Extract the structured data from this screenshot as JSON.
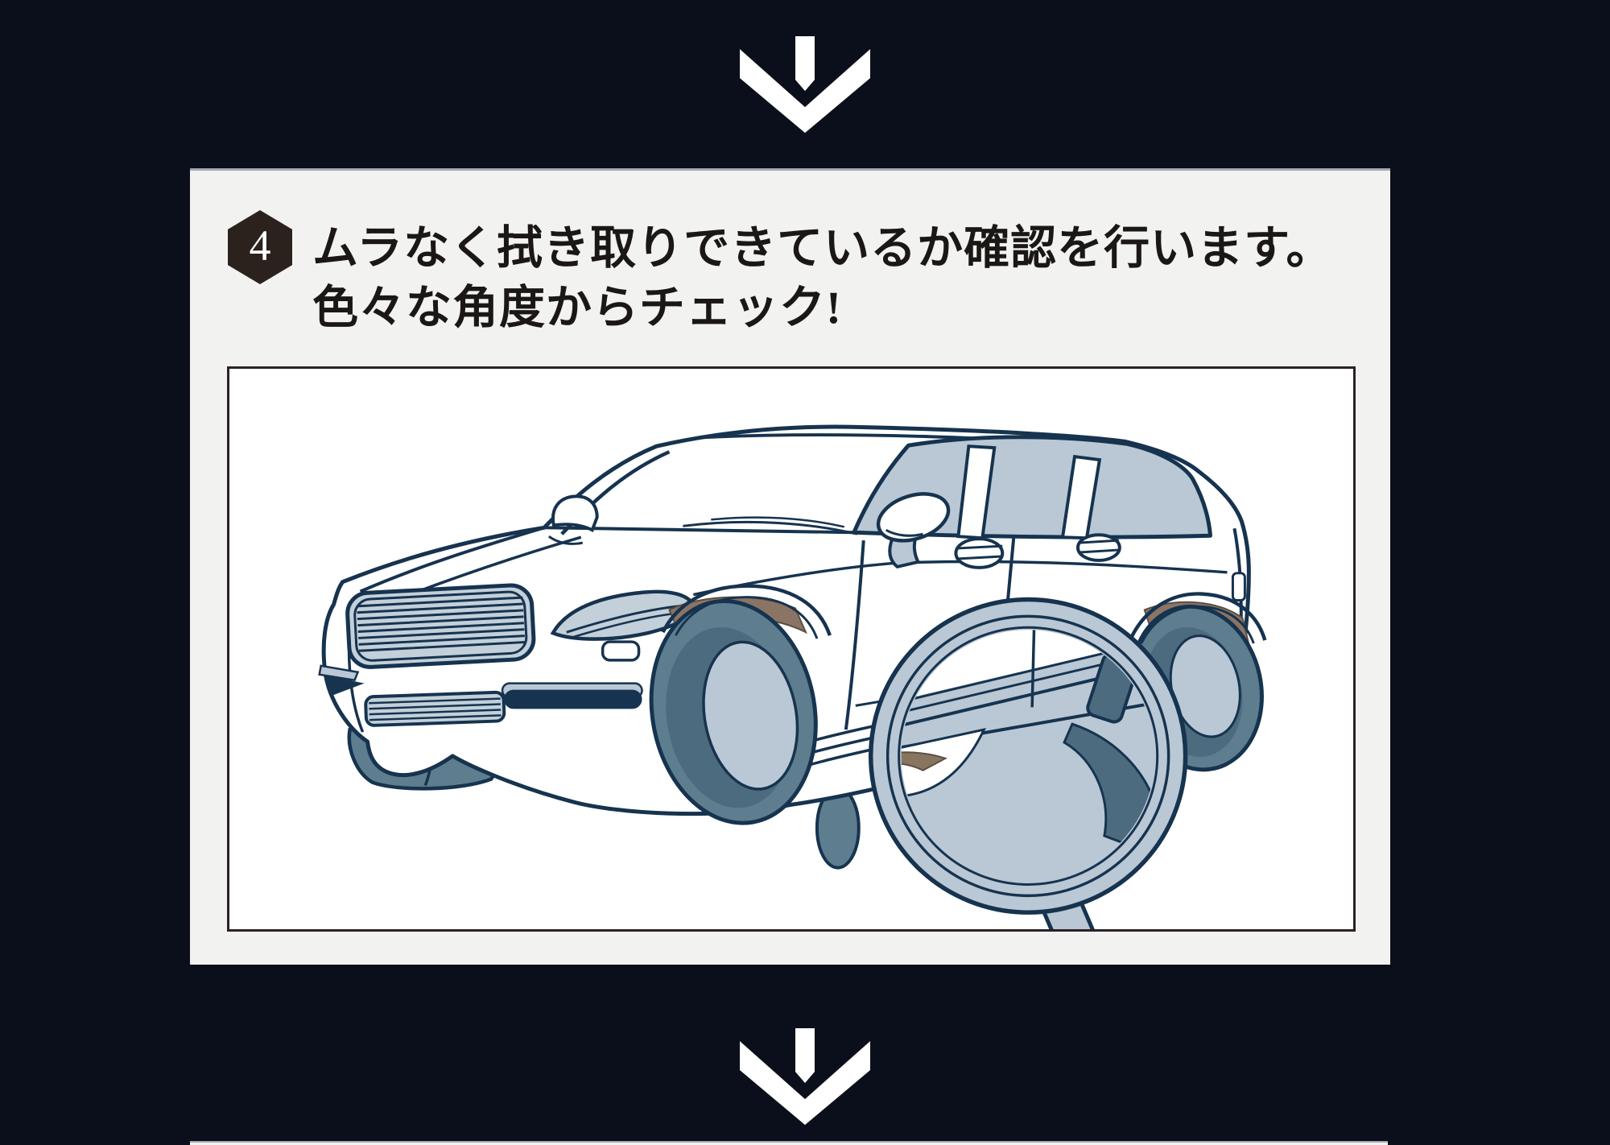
{
  "page": {
    "background_color": "#0a0f1b"
  },
  "flow_arrows": {
    "color": "#ffffff",
    "top": "down-arrow",
    "bottom": "down-arrow"
  },
  "step_card": {
    "background_color": "#f2f2f1",
    "badge": {
      "number": "4",
      "shape": "hexagon",
      "background_color": "#2b211d",
      "number_color": "#ffffff"
    },
    "instruction_line1": "ムラなく拭き取りできているか確認を行います。",
    "instruction_line2": "色々な角度からチェック!",
    "text_color": "#1b1715"
  },
  "illustration": {
    "description": "suv-line-art-with-magnifying-glass-inspecting-lower-body",
    "frame_border_color": "#2b2123",
    "background_color": "#ffffff",
    "palette": {
      "outline_navy": "#16334f",
      "glass_blue_gray": "#b9c8d4",
      "grille_blue_gray": "#c3d0da",
      "tire_slate": "#5e7d8e",
      "dark_slate": "#4d6b7e",
      "arch_liner_brown": "#8a7465"
    }
  },
  "next_card_peek": {
    "background_color": "#f2f2f1"
  }
}
